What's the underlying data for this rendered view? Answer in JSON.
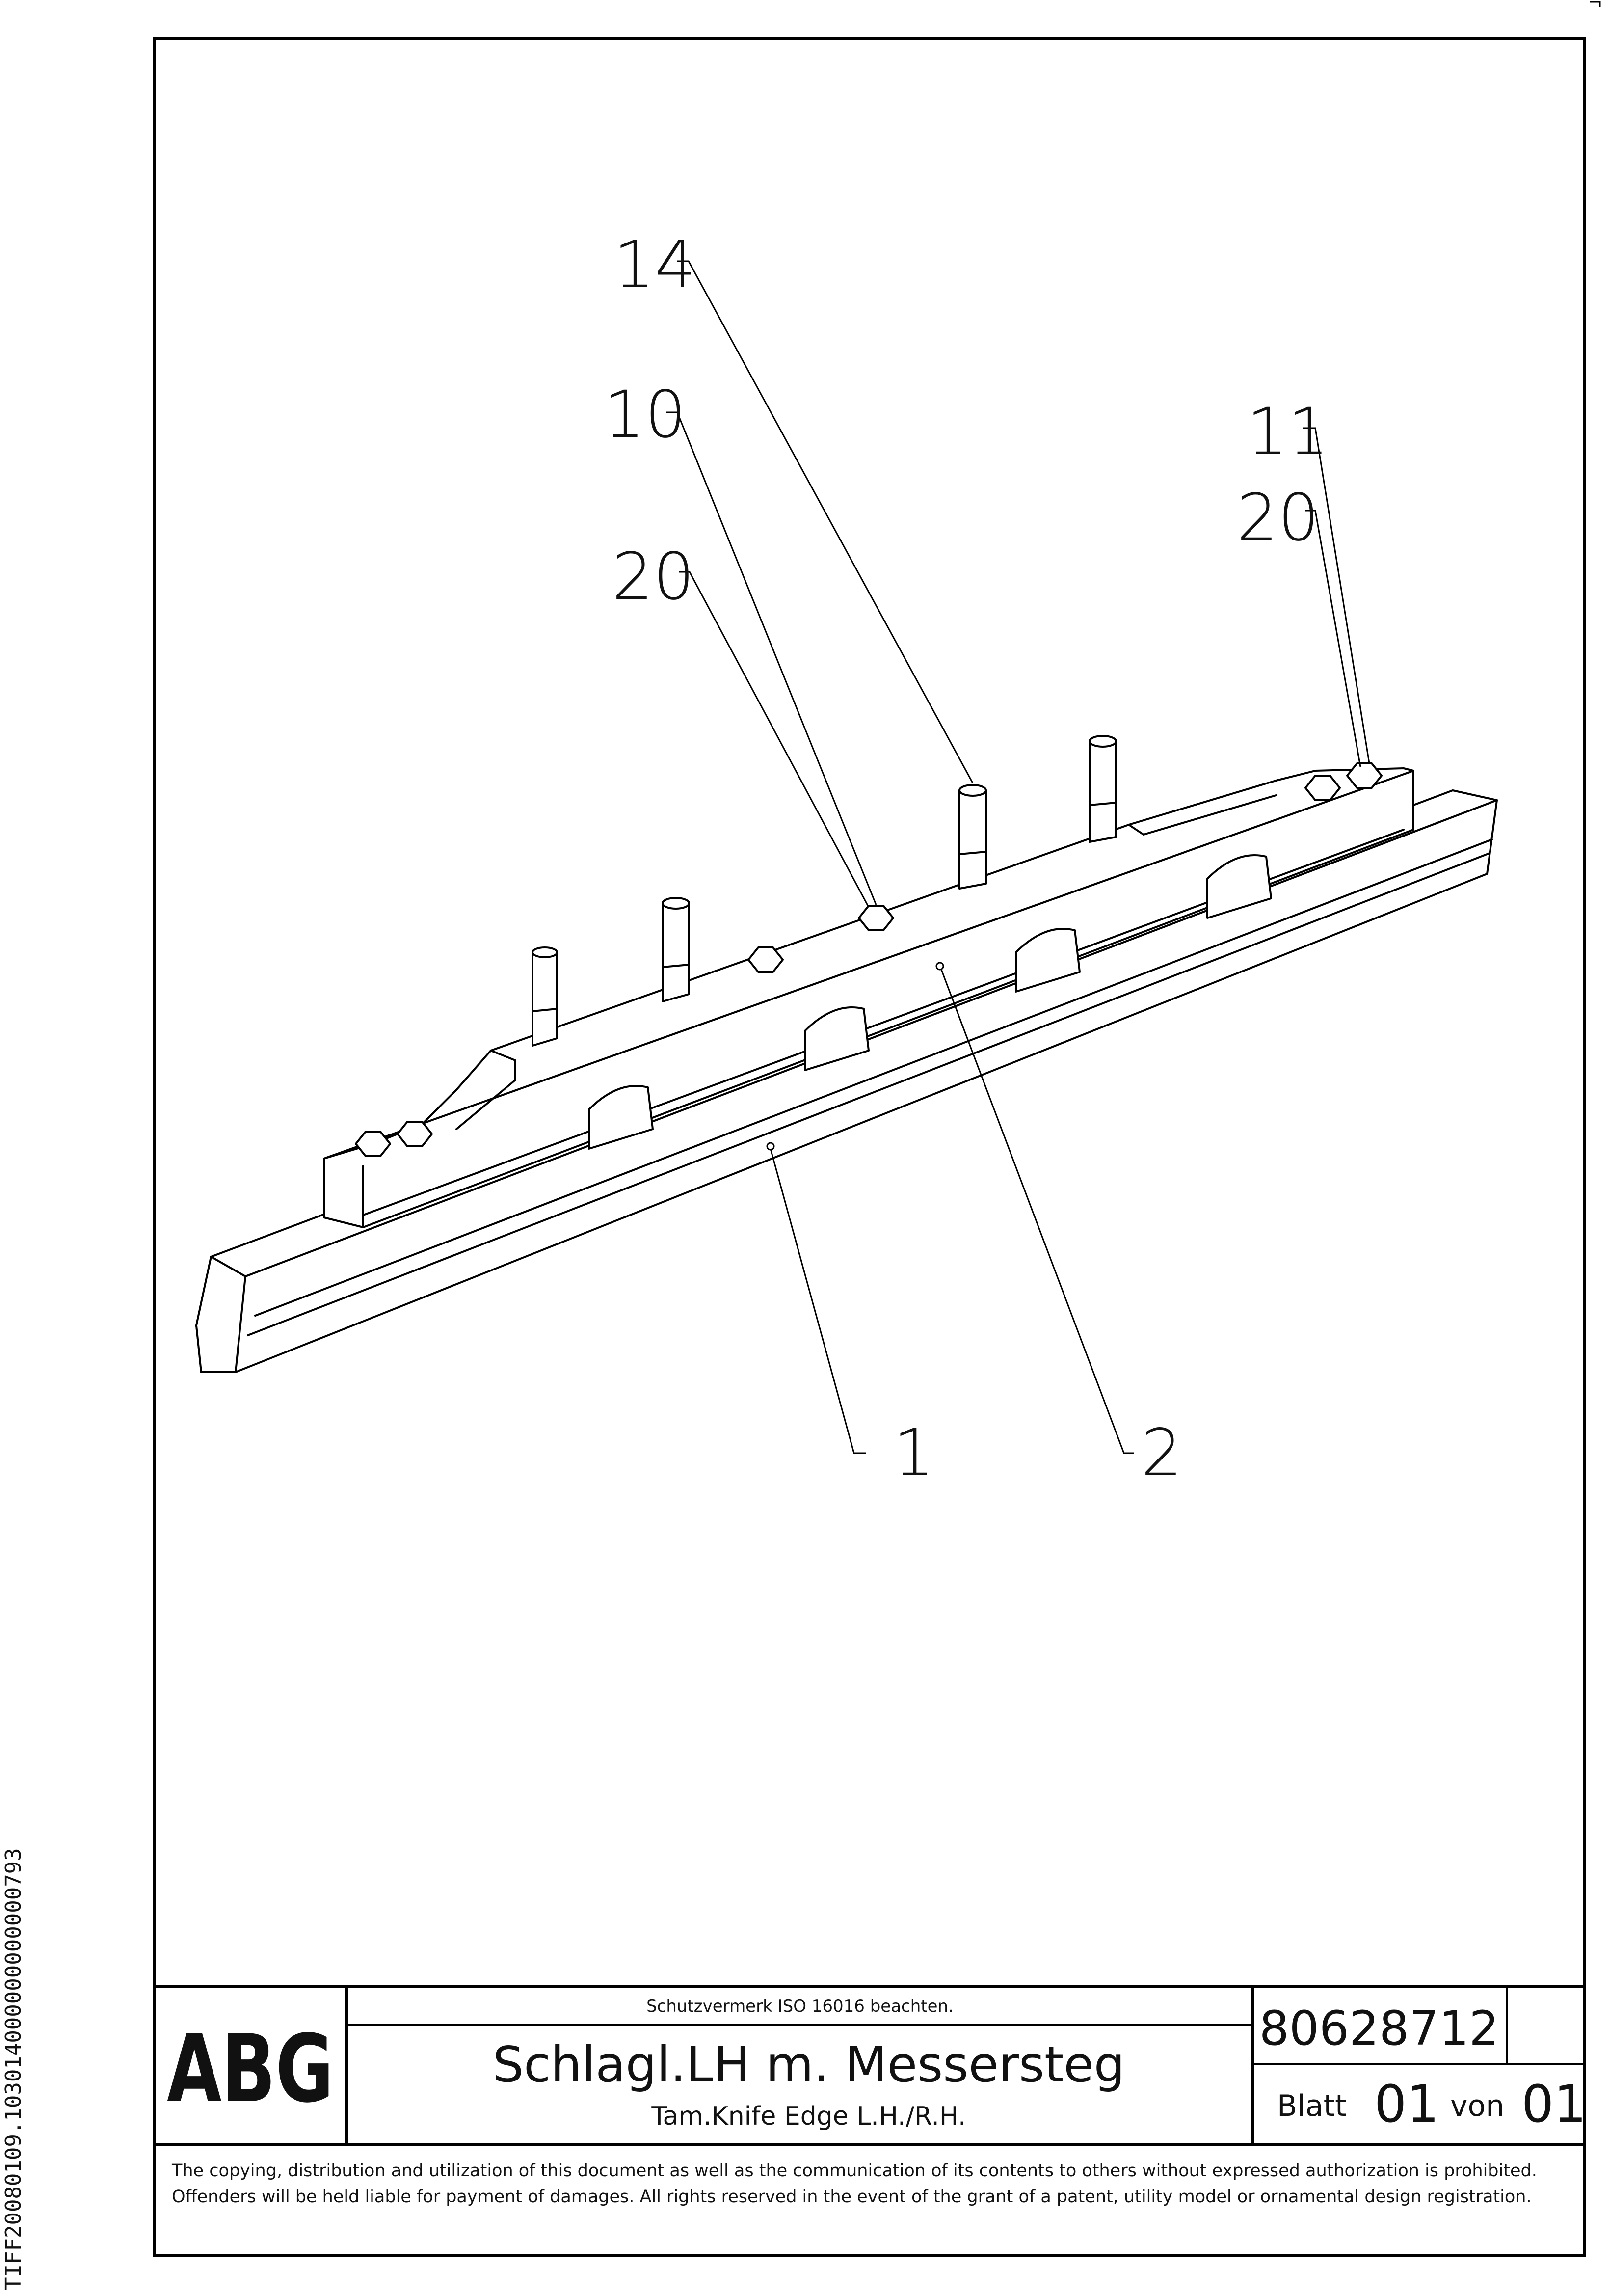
{
  "side_code": "TIFF20080109.103014000000000000793",
  "callouts": {
    "c14": "14",
    "c10": "10",
    "c20a": "20",
    "c11": "11",
    "c20b": "20",
    "c1": "1",
    "c2": "2"
  },
  "title_block": {
    "logo": "ABG",
    "protection_note": "Schutzvermerk ISO 16016 beachten.",
    "title": "Schlagl.LH m. Messersteg",
    "subtitle": "Tam.Knife Edge L.H./R.H.",
    "drawing_number": "80628712",
    "sheet_label": "Blatt",
    "sheet_number": "01",
    "of_label": "von",
    "sheet_total": "01",
    "legal_text": "The copying, distribution and utilization of this document as well as the communication of its contents to others without expressed authorization is prohibited. Offenders will be held liable for payment of damages. All rights reserved in the event of the grant of a patent, utility model or ornamental design registration."
  }
}
